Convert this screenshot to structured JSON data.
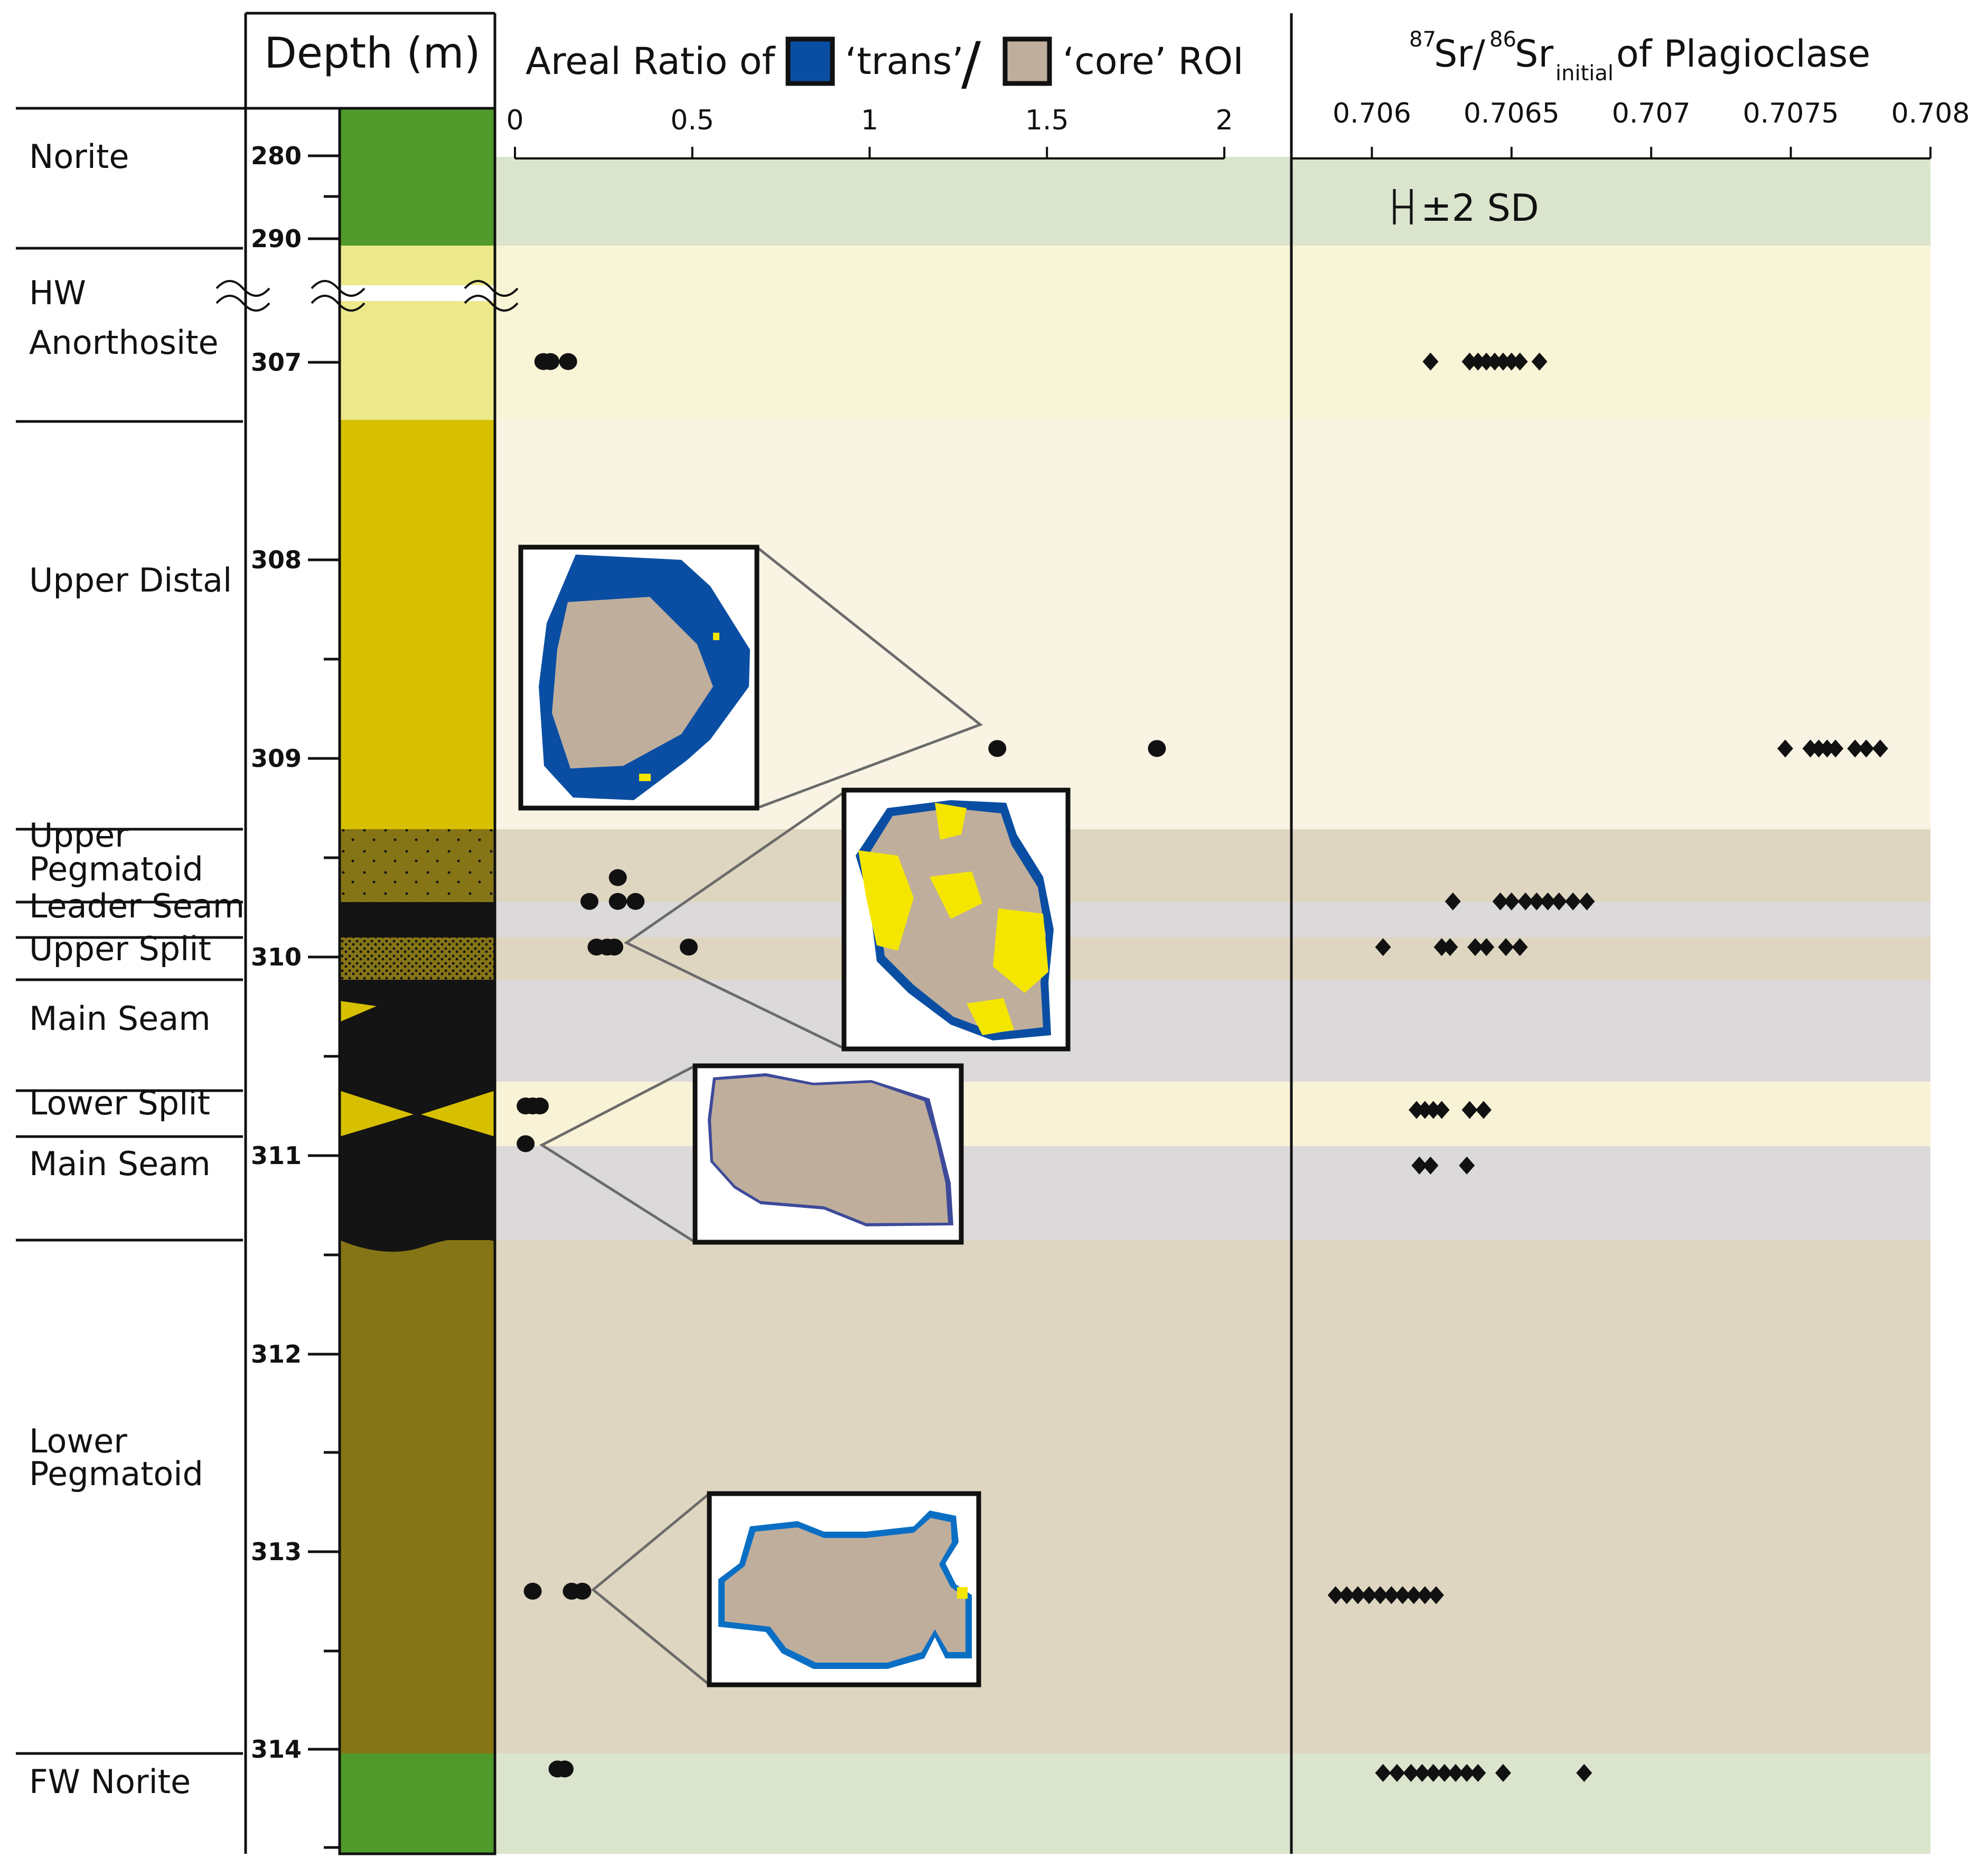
{
  "depth_header": "Depth (m)",
  "areal_title": {
    "prefix": "Areal Ratio of",
    "trans": "‘trans’",
    "sep": "/",
    "core": "‘core’ ROI"
  },
  "sr_title": {
    "sup1": "87",
    "sr1": "Sr/",
    "sup2": "86",
    "sr2": "Sr",
    "sub": "initial",
    "suffix": " of Plagioclase"
  },
  "sd_label": "±2 SD",
  "colors": {
    "trans": "#0a4ea3",
    "core": "#bfae9c",
    "yellow_spots": "#f5e600",
    "norite": "#4f9a2a",
    "hw_anorthosite": "#ece98a",
    "upper_distal": "#d6c000",
    "pegmatoid": "#867516",
    "chromitite": "#141414",
    "band_norite": "#dbe4cd",
    "band_anorthosite": "#f8f4d6",
    "band_distal": "#f8f3e3",
    "band_pegmatoid": "#dfd6c1",
    "band_seam": "#dcd9db",
    "band_lower_split": "#f8f2d7"
  },
  "units": [
    {
      "name_lines": [
        "Norite"
      ],
      "band": "band_norite",
      "column": "norite"
    },
    {
      "name_lines": [
        "HW",
        "Anorthosite"
      ],
      "band": "band_anorthosite",
      "column": "hw_anorthosite"
    },
    {
      "name_lines": [
        "Upper Distal"
      ],
      "band": "band_distal",
      "column": "upper_distal"
    },
    {
      "name_lines": [
        "Upper",
        "Pegmatoid"
      ],
      "band": "band_pegmatoid",
      "column": "pegmatoid"
    },
    {
      "name_lines": [
        "Leader Seam"
      ],
      "band": "band_seam",
      "column": "chromitite"
    },
    {
      "name_lines": [
        "Upper Split"
      ],
      "band": "band_pegmatoid",
      "column": "pegmatoid"
    },
    {
      "name_lines": [
        "Main Seam"
      ],
      "band": "band_seam",
      "column": "chromitite"
    },
    {
      "name_lines": [
        "Lower Split"
      ],
      "band": "band_lower_split",
      "column": "chromitite"
    },
    {
      "name_lines": [
        "Main Seam"
      ],
      "band": "band_seam",
      "column": "chromitite"
    },
    {
      "name_lines": [
        "Lower",
        "Pegmatoid"
      ],
      "band": "band_pegmatoid",
      "column": "pegmatoid"
    },
    {
      "name_lines": [
        "FW Norite"
      ],
      "band": "band_norite",
      "column": "norite"
    }
  ],
  "depth_ticks": [
    {
      "label": "280",
      "depth": 280
    },
    {
      "label": "290",
      "depth": 290
    },
    {
      "label": "307",
      "depth": 307
    },
    {
      "label": "308",
      "depth": 308
    },
    {
      "label": "309",
      "depth": 309
    },
    {
      "label": "310",
      "depth": 310
    },
    {
      "label": "311",
      "depth": 311
    },
    {
      "label": "312",
      "depth": 312
    },
    {
      "label": "313",
      "depth": 313
    },
    {
      "label": "314",
      "depth": 314
    }
  ],
  "chart_data": [
    {
      "type": "scatter",
      "title": "Areal Ratio of ‘trans’ / ‘core’ ROI",
      "xlabel": "Areal Ratio of ‘trans’ / ‘core’ ROI",
      "ylabel": "Depth (m)",
      "xlim": [
        0,
        2
      ],
      "xticks": [
        "0",
        "0.5",
        "1",
        "1.5",
        "2"
      ],
      "marker": "circle",
      "points": [
        {
          "depth": 306.9,
          "x": [
            0.08,
            0.1,
            0.15
          ]
        },
        {
          "depth": 308.95,
          "x": [
            1.36,
            1.81
          ]
        },
        {
          "depth": 309.6,
          "x": [
            0.29
          ]
        },
        {
          "depth": 309.72,
          "x": [
            0.21,
            0.29,
            0.34
          ]
        },
        {
          "depth": 309.95,
          "x": [
            0.23,
            0.26,
            0.28,
            0.49
          ]
        },
        {
          "depth": 310.75,
          "x": [
            0.03,
            0.05,
            0.07
          ]
        },
        {
          "depth": 310.94,
          "x": [
            0.03
          ]
        },
        {
          "depth": 313.2,
          "x": [
            0.05,
            0.16,
            0.19
          ]
        },
        {
          "depth": 314.1,
          "x": [
            0.12,
            0.14
          ]
        }
      ]
    },
    {
      "type": "scatter",
      "title": "87Sr/86Sr initial of Plagioclase",
      "xlabel": "87Sr/86Sr initial of Plagioclase",
      "ylabel": "Depth (m)",
      "xlim": [
        0.7055,
        0.708
      ],
      "xticks": [
        "0.706",
        "0.7065",
        "0.707",
        "0.7075",
        "0.708"
      ],
      "marker": "diamond",
      "points": [
        {
          "depth": 306.9,
          "x": [
            0.70621,
            0.70635,
            0.70638,
            0.70641,
            0.70644,
            0.70647,
            0.7065,
            0.70653,
            0.7066
          ]
        },
        {
          "depth": 308.95,
          "x": [
            0.70748,
            0.70757,
            0.7076,
            0.70763,
            0.70766,
            0.70773,
            0.70777,
            0.70782
          ]
        },
        {
          "depth": 309.72,
          "x": [
            0.70629,
            0.70646,
            0.7065,
            0.70655,
            0.70659,
            0.70663,
            0.70667,
            0.70672,
            0.70677
          ]
        },
        {
          "depth": 309.95,
          "x": [
            0.70604,
            0.70625,
            0.70628,
            0.70637,
            0.70641,
            0.70648,
            0.70653
          ]
        },
        {
          "depth": 310.77,
          "x": [
            0.70616,
            0.70619,
            0.70622,
            0.70625,
            0.70635,
            0.7064
          ]
        },
        {
          "depth": 311.05,
          "x": [
            0.70617,
            0.70621,
            0.70634
          ]
        },
        {
          "depth": 313.22,
          "x": [
            0.70587,
            0.70591,
            0.70595,
            0.70599,
            0.70603,
            0.70607,
            0.70611,
            0.70615,
            0.70619,
            0.70623
          ]
        },
        {
          "depth": 314.12,
          "x": [
            0.70604,
            0.70609,
            0.70614,
            0.70618,
            0.70622,
            0.70626,
            0.7063,
            0.70634,
            0.70638,
            0.70647,
            0.70676
          ]
        }
      ]
    }
  ]
}
